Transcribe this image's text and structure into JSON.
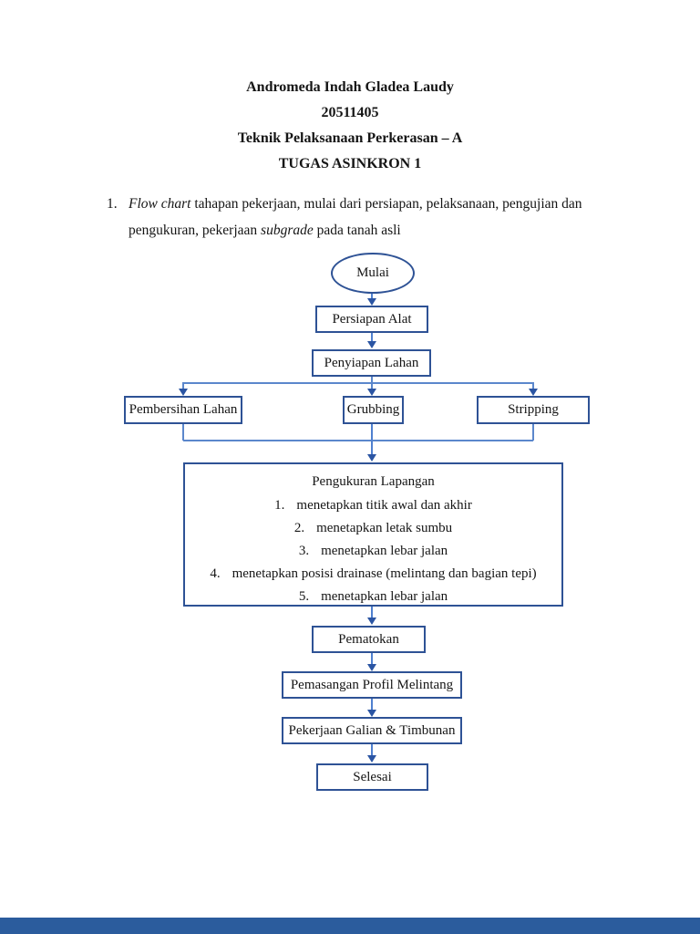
{
  "header": {
    "lines": [
      "Andromeda Indah Gladea Laudy",
      "20511405",
      "Teknik Pelaksanaan Perkerasan – A",
      "TUGAS ASINKRON 1"
    ]
  },
  "intro": {
    "number": "1.",
    "line1_italic": "Flow chart",
    "line1_rest": " tahapan pekerjaan, mulai dari persiapan, pelaksanaan, pengujian dan",
    "line2_pre": "pengukuran, pekerjaan ",
    "line2_italic": "subgrade",
    "line2_rest": " pada tanah asli"
  },
  "flowchart": {
    "start": "Mulai",
    "persiapan_alat": "Persiapan Alat",
    "penyiapan_lahan": "Penyiapan Lahan",
    "pembersihan_lahan": "Pembersihan Lahan",
    "grubbing": "Grubbing",
    "stripping": "Stripping",
    "pengukuran": {
      "title": "Pengukuran Lapangan",
      "items": [
        {
          "num": "1.",
          "label": "menetapkan titik awal dan akhir"
        },
        {
          "num": "2.",
          "label": "menetapkan letak sumbu"
        },
        {
          "num": "3.",
          "label": "menetapkan lebar jalan"
        },
        {
          "num": "4.",
          "label": "menetapkan posisi drainase (melintang dan bagian tepi)"
        },
        {
          "num": "5.",
          "label": "menetapkan lebar jalan"
        }
      ]
    },
    "pematokan": "Pematokan",
    "pemasangan_profil": "Pemasangan Profil Melintang",
    "pekerjaan_galian": "Pekerjaan Galian & Timbunan",
    "selesai": "Selesai"
  },
  "colors": {
    "box_border": "#2e5295",
    "arrow_shaft": "#4f80cf",
    "arrow_head": "#2b55a3",
    "connector_line": "#5b87cc",
    "bottom_bar": "#2b5c9d",
    "text": "#151515"
  }
}
